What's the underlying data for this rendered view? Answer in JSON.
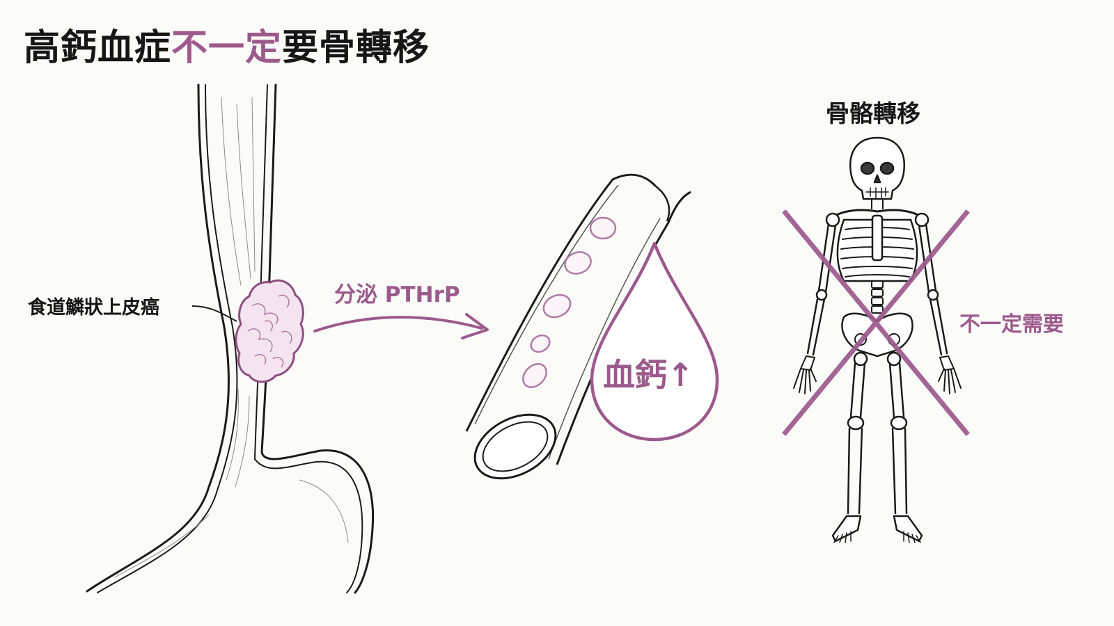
{
  "title": {
    "part1": "高鈣血症",
    "part2_highlight": "不一定",
    "part3": "要骨轉移"
  },
  "labels": {
    "tumor": "食道鱗狀上皮癌",
    "secrete": "分泌 PTHrP",
    "blood_calcium": "血鈣↑",
    "bone_metastasis": "骨骼轉移",
    "not_necessary": "不一定需要"
  },
  "colors": {
    "accent": "#9c5a8c",
    "ink": "#161616",
    "tumor_fill": "#f3e4ef"
  },
  "icons": [
    "esophagus-illustration",
    "tumor-mass-icon",
    "arrow-right-icon",
    "blood-vessel-illustration",
    "blood-drop-icon",
    "skeleton-illustration",
    "cross-out-icon"
  ]
}
